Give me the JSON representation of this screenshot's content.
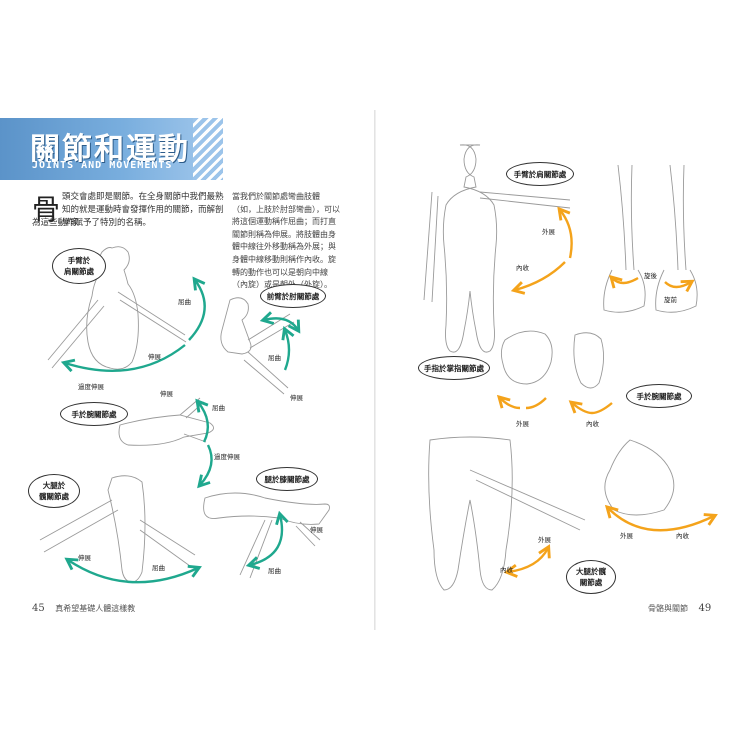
{
  "page_left": {
    "title": "關節和運動",
    "subtitle": "JOINTS AND MOVEMENTS",
    "dropcap": "骨",
    "intro_line1": "頭交會處即是關節。在全身關節中我們最熟知的就是運動時會發揮作用的關節，而解剖學家",
    "intro_line2": "為這些動作賦予了特別的名稱。",
    "sidebar_text": "當我們於關節處彎曲肢體（如，上肢於肘部彎曲），可以將這個運動稱作屈曲；而打直關節則稱為伸展。將肢體由身體中線往外移動稱為外展；與身體中線移動則稱作內收。旋轉的動作也可以是朝向中線（內旋）或是朝外（外旋）。",
    "footer_page": "45",
    "footer_text": "真希望基礎人體這樣教"
  },
  "page_right": {
    "footer_text": "骨骼與關節",
    "footer_page": "49"
  },
  "bubbles": {
    "shoulder_left": "手臂於\n肩關節處",
    "elbow": "前臂於肘關節處",
    "wrist_left": "手於腕關節處",
    "hip_left": "大腿於\n髖關節處",
    "knee": "腿於膝關節處",
    "shoulder_right": "手臂於肩關節處",
    "fingers": "手指於掌指關節處",
    "wrist_right": "手於腕關節處",
    "hip_right": "大腿於髖\n關節處"
  },
  "labels": {
    "flexion": "屈曲",
    "extension": "伸展",
    "hyperextension": "過度伸展",
    "abduction": "外展",
    "adduction": "內收",
    "rotation": "旋後",
    "pronation": "旋前"
  },
  "colors": {
    "teal_arrow": "#1fa88e",
    "orange_arrow": "#f4a31b",
    "title_band": "#6aa2d6"
  }
}
